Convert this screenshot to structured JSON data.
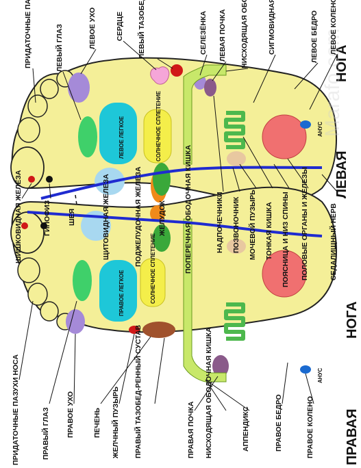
{
  "colors": {
    "foot_fill": "#f4ef98",
    "foot_outline": "#222222",
    "spine_line": "#1f2bd0",
    "lung_fill": "#1ec7d8",
    "eye_fill": "#3fd06a",
    "ear_fill": "#a58ad8",
    "heart_fill": "#f5a6d8",
    "kidney_fill": "#8a5a8a",
    "thyroid_fill": "#a8d8f0",
    "stomach_fill": "#3aa83a",
    "pancreas_fill": "#f08a1a",
    "solar_fill": "#f4ee4a",
    "colon_fill": "#c8e86a",
    "intestine_fill": "#4db84d",
    "genital_fill": "#f07070",
    "liver_fill": "#a0522d",
    "red_fill": "#d01818",
    "blue_fill": "#1a6ad0"
  },
  "title": {
    "left_foot_word1": "ЛЕВАЯ",
    "left_foot_word2": "НОГА",
    "right_foot_word1": "ПРАВАЯ",
    "right_foot_word2": "НОГА"
  },
  "watermark": "Marafo.com",
  "organ_labels": {
    "left_lung": "ЛЕВОЕ ЛЕГКОЕ",
    "right_lung": "ПРАВОЕ ЛЕГКОЕ",
    "solar_left": "СОЛНЕЧНОЕ СПЛЕТЕНИЕ",
    "solar_right": "СОЛНЕЧНОЕ СПЛЕТЕНИЕ",
    "anus_left": "АНУС",
    "anus_right": "АНУС"
  },
  "callouts": {
    "sinus_left": "ПРИДАТОЧНЫЕ ПАЗУХИ НОСА",
    "left_eye": "ЛЕВЫЙ ГЛАЗ",
    "left_ear": "ЛЕВОЕ УХО",
    "heart": "СЕРДЦЕ",
    "left_hip_joint": "ЛЕВЫЙ ТАЗОБЕД-РЕННЫЙ СУСТАВ",
    "spleen": "СЕЛЕЗЁНКА",
    "left_kidney": "ЛЕВАЯ ПОЧКА",
    "descending_colon_left": "НИСХОДЯЩАЯ ОБОДОЧНАЯ КИШКА",
    "sigmoid_colon": "СИГМОВИДНАЯ КИШКА",
    "left_thigh": "ЛЕВОЕ БЕДРО",
    "left_knee": "ЛЕВОЕ КОЛЕНО",
    "pineal": "ШИШКОВИДНАЯ ЖЕЛЕЗА",
    "pituitary": "ГИПОФИЗ",
    "neck": "ШЕЯ",
    "thyroid": "ЩИТОВИДНАЯ ЖЕЛЕЗА",
    "pancreas": "ПОДЖЕЛУДОЧНАЯ ЖЕЛЕЗА",
    "stomach": "ЖЕЛУДОК",
    "transverse_colon": "ПОПЕРЕЧНАЯ ОБОДОЧНАЯ КИШКА",
    "adrenal": "НАДПОЧЕЧНИКИ",
    "spine": "ПОЗВОНОЧНИК",
    "bladder": "МОЧЕВОЙ ПУЗЫРЬ",
    "small_intestine": "ТОНКАЯ КИШКА",
    "lower_back": "ПОЯСНИЦА И НИЗ СПИНЫ",
    "genitals": "ПОЛОВЫЕ ОРГАНЫ И ЖЕЛЕЗЫ",
    "sciatic": "СЕДАЛИЩНЫЙ НЕРВ",
    "sinus_right": "ПРИДАТОЧНЫЕ ПАЗУХИ НОСА",
    "right_eye": "ПРАВЫЙ ГЛАЗ",
    "right_ear": "ПРАВОЕ УХО",
    "liver": "ПЕЧЕНЬ",
    "gallbladder": "ЖЕЛЧНЫЙ ПУЗЫРЬ",
    "right_hip_joint": "ПРАВЫЙ ТАЗОБЕД-РЕННЫЙ СУСТАВ",
    "right_kidney": "ПРАВАЯ ПОЧКА",
    "ascending_colon": "НИСХОДЯЩАЯ ОБОДОЧНАЯ КИШКА",
    "appendix": "АППЕНДИКС",
    "right_thigh": "ПРАВОЕ БЕДРО",
    "right_knee": "ПРАВОЕ КОЛЕНО"
  }
}
